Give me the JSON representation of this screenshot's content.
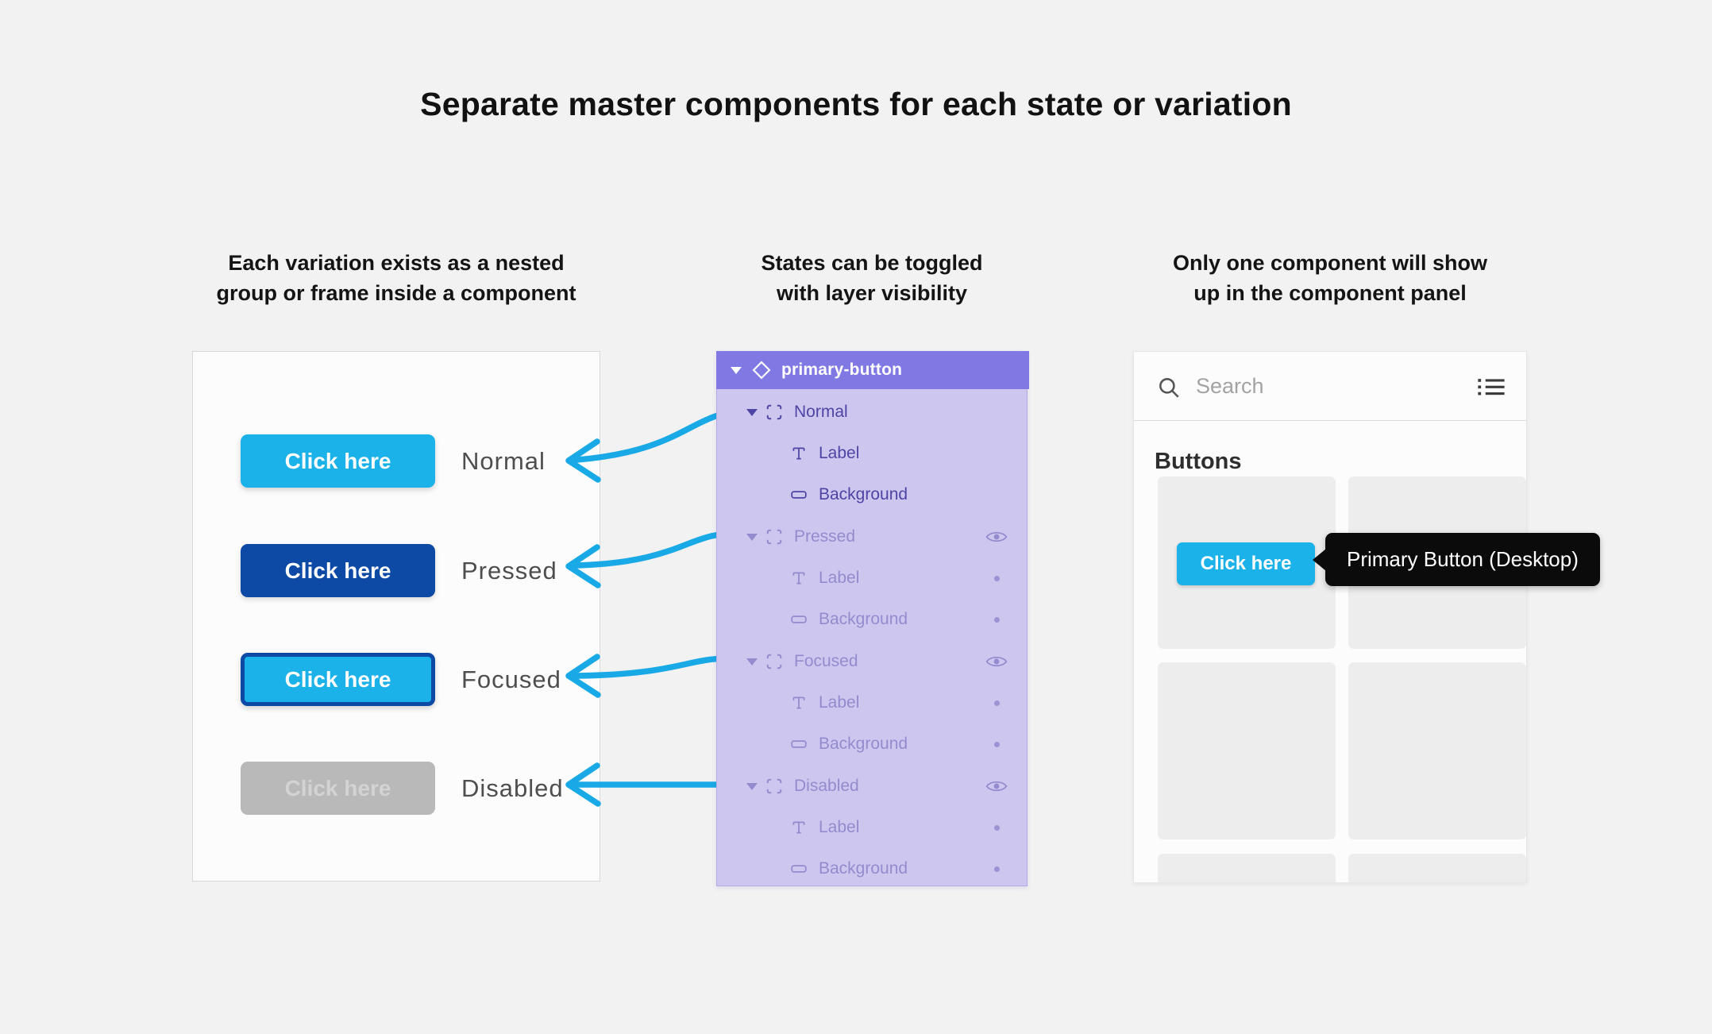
{
  "title": "Separate master components for each state or variation",
  "columns": {
    "left": {
      "line1": "Each variation exists as a nested",
      "line2": "group or frame inside a component"
    },
    "middle": {
      "line1": "States can be toggled",
      "line2": "with layer visibility"
    },
    "right": {
      "line1": "Only one component will show",
      "line2": "up in the component panel"
    }
  },
  "left_panel": {
    "states": [
      {
        "label": "Normal",
        "button_text": "Click here"
      },
      {
        "label": "Pressed",
        "button_text": "Click here"
      },
      {
        "label": "Focused",
        "button_text": "Click here"
      },
      {
        "label": "Disabled",
        "button_text": "Click here"
      }
    ]
  },
  "layers_panel": {
    "component_name": "primary-button",
    "groups": [
      {
        "name": "Normal",
        "hidden": false,
        "children": [
          "Label",
          "Background"
        ]
      },
      {
        "name": "Pressed",
        "hidden": true,
        "children": [
          "Label",
          "Background"
        ]
      },
      {
        "name": "Focused",
        "hidden": true,
        "children": [
          "Label",
          "Background"
        ]
      },
      {
        "name": "Disabled",
        "hidden": true,
        "children": [
          "Label",
          "Background"
        ]
      }
    ]
  },
  "components_panel": {
    "search_placeholder": "Search",
    "section_title": "Buttons",
    "component_button_text": "Click here",
    "tooltip": "Primary Button (Desktop)"
  },
  "colors": {
    "page_bg": "#F2F2F3",
    "button_cyan": "#1BB1E9",
    "button_pressed_blue": "#0C4AA6",
    "button_disabled_gray": "#B9B9B9",
    "arrow_cyan": "#18A9E6",
    "layers_header_purple": "#8179E3",
    "layers_body_purple": "#CDC7F0",
    "layers_text_purple": "#4D44A4",
    "tooltip_bg": "#0B0B0B"
  }
}
